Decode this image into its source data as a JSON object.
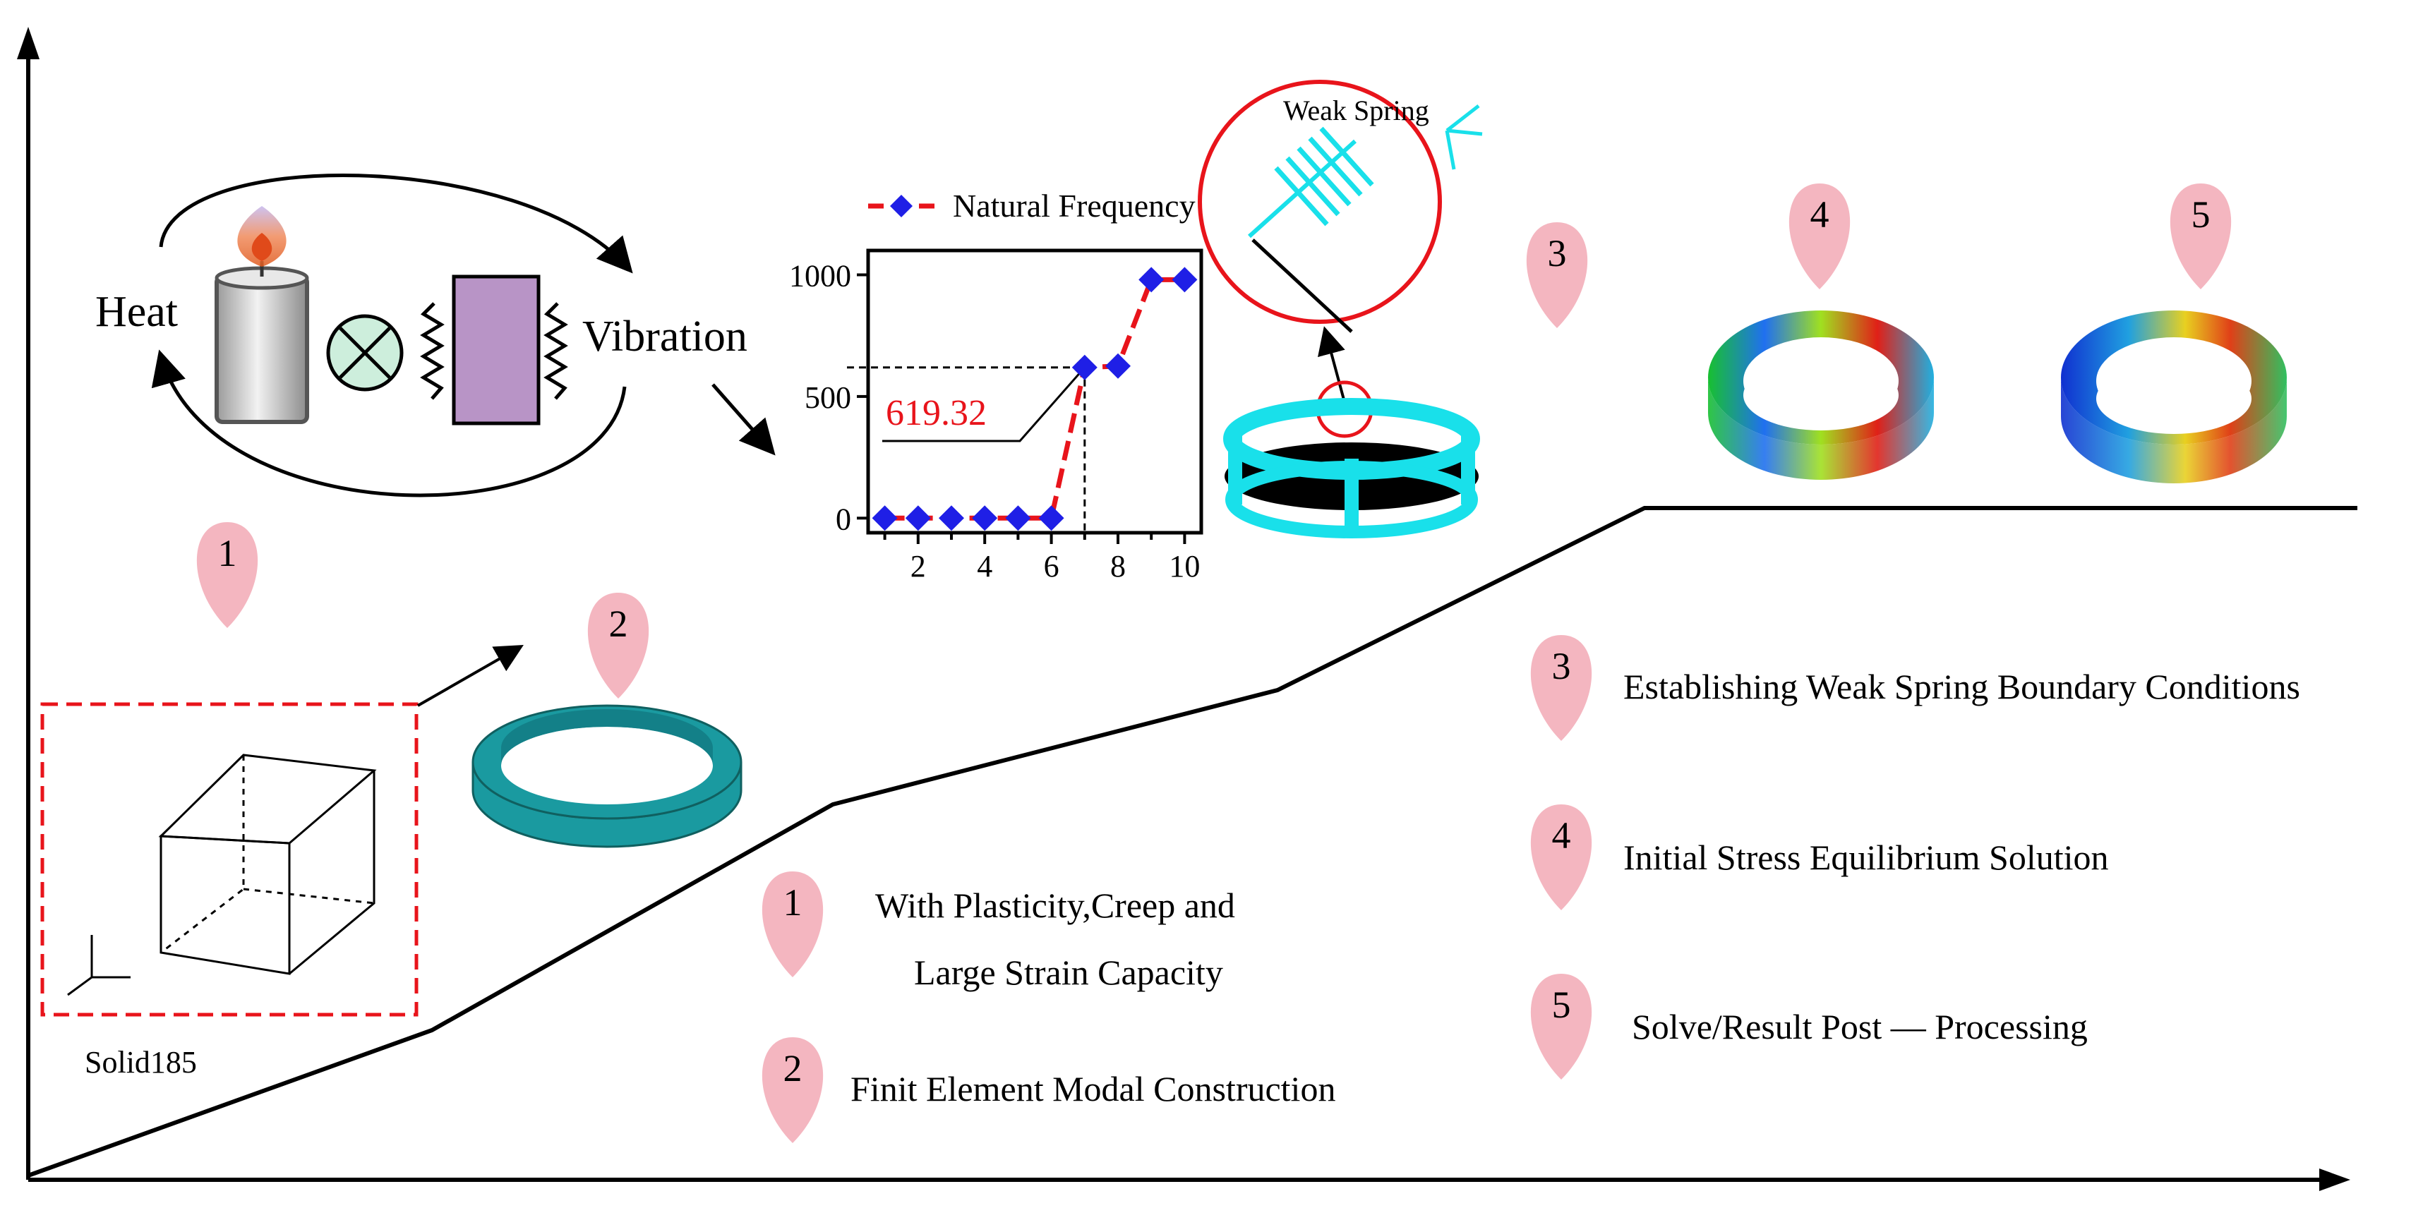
{
  "cycle": {
    "heat_label": "Heat",
    "vibration_label": "Vibration",
    "icons": [
      "candle-icon",
      "coupling-operator-icon",
      "spring-icon",
      "mass-block-icon"
    ]
  },
  "inset_chart": {
    "legend_label": "Natural Frequency",
    "highlight_value": "619.32",
    "x_ticks": [
      "2",
      "4",
      "6",
      "8",
      "10"
    ],
    "y_ticks": [
      "0",
      "500",
      "1000"
    ]
  },
  "chart_data": {
    "type": "line",
    "series": [
      {
        "name": "Natural Frequency",
        "x": [
          1,
          2,
          3,
          4,
          5,
          6,
          7,
          8,
          9,
          10
        ],
        "y": [
          0,
          0,
          0,
          0,
          0,
          0,
          619.32,
          625,
          980,
          980
        ]
      }
    ],
    "xlim": [
      0.5,
      10.5
    ],
    "ylim": [
      -60,
      1100
    ],
    "y_ticks": [
      0,
      500,
      1000
    ],
    "x_ticks": [
      2,
      4,
      6,
      8,
      10
    ],
    "highlight": {
      "x": 7,
      "y": 619.32,
      "label": "619.32"
    },
    "colors": {
      "line": "#e8141b",
      "marker": "#1f1fe6"
    }
  },
  "weak_spring_callout": {
    "label": "Weak Spring"
  },
  "element": {
    "label": "Solid185"
  },
  "badges": {
    "step1": "1",
    "step2": "2",
    "step3": "3",
    "step4": "4",
    "step5": "5"
  },
  "steps": [
    {
      "number": "1",
      "line1": "With Plasticity,Creep and",
      "line2": "Large Strain Capacity"
    },
    {
      "number": "2",
      "line1": "Finit Element Modal Construction"
    },
    {
      "number": "3",
      "line1": "Establishing Weak Spring Boundary Conditions"
    },
    {
      "number": "4",
      "line1": "Initial Stress Equilibrium Solution"
    },
    {
      "number": "5",
      "line1": "Solve/Result Post — Processing"
    }
  ],
  "colors": {
    "badge": "#f4b6c0",
    "cyan": "#19e0ea",
    "teal_ring": "#1a9aa0",
    "red": "#e8141b",
    "block": "#b894c6",
    "operator_bg": "#cdeedc"
  }
}
